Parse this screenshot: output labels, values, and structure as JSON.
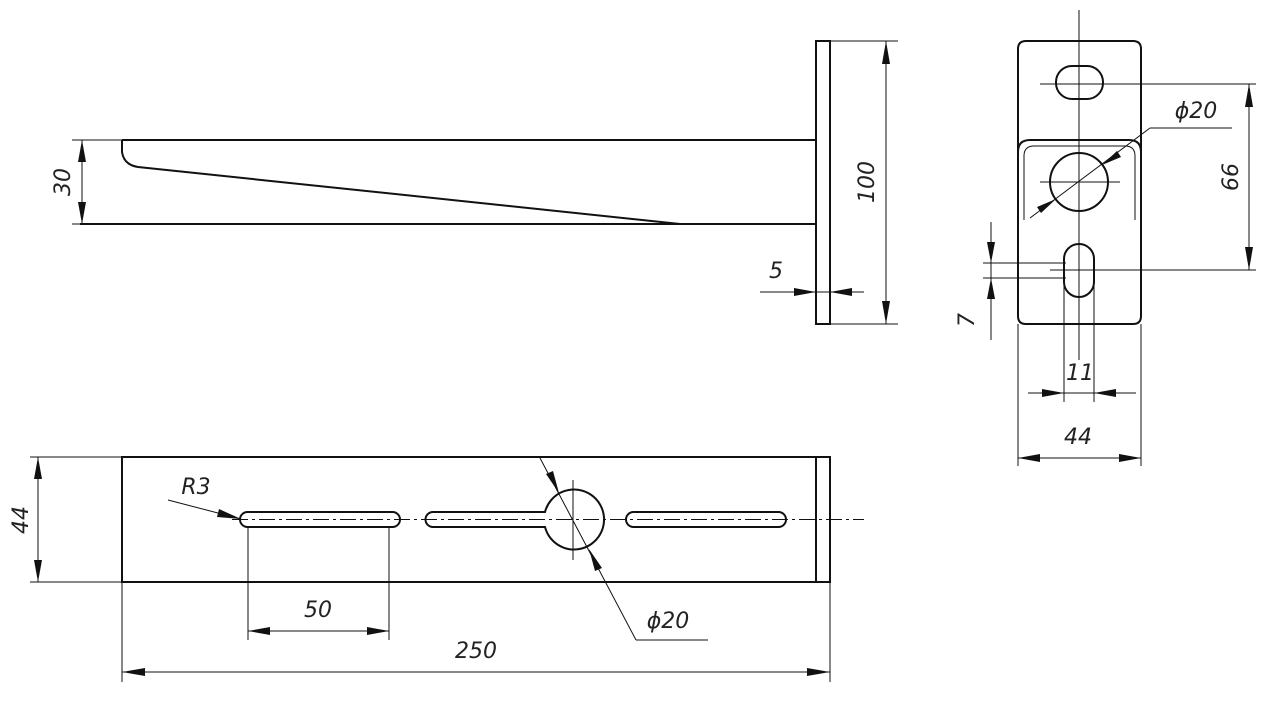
{
  "drawing": {
    "line_color": "#111111",
    "background": "#ffffff",
    "side_view": {
      "dims": {
        "height_arm": "30",
        "height_plate": "100",
        "plate_thickness": "5"
      }
    },
    "end_view": {
      "dims": {
        "hole_dia": "ϕ20",
        "slot_spacing": "66",
        "slot_height": "7",
        "slot_width": "11",
        "width": "44"
      }
    },
    "top_view": {
      "dims": {
        "width": "44",
        "radius": "R3",
        "slot_length": "50",
        "hole_dia": "ϕ20",
        "length": "250"
      }
    }
  }
}
